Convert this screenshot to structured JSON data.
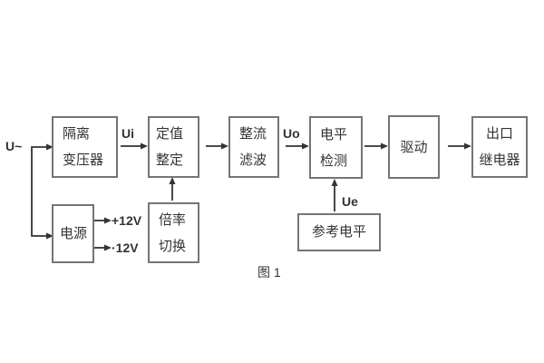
{
  "diagram": {
    "caption": "图 1",
    "signal_labels": {
      "input": "U~",
      "ui": "Ui",
      "uo": "Uo",
      "ue": "Ue",
      "rail_pos": "+12V",
      "rail_neg": "·12V"
    },
    "blocks": {
      "isolation_transformer": "隔离\n变压器",
      "value_setting": "定值\n整定",
      "rectify_filter": "整流\n滤波",
      "level_detect": "电平\n检测",
      "drive": "驱动",
      "output_relay": "出口\n继电器",
      "power_supply": "电源",
      "ratio_switch": "倍率\n切换",
      "reference_level": "参考电平"
    },
    "colors": {
      "background": "#ffffff",
      "box_border": "#757575",
      "text": "#333333",
      "line": "#333333"
    }
  }
}
